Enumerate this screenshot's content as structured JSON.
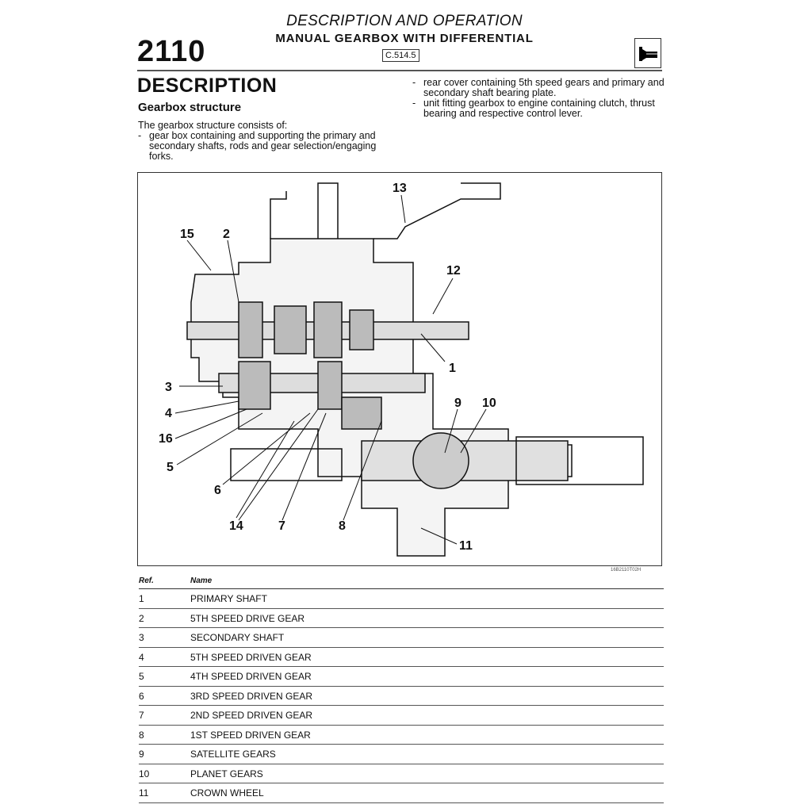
{
  "header": {
    "section": "DESCRIPTION AND OPERATION",
    "subtitle": "MANUAL GEARBOX WITH DIFFERENTIAL",
    "code": "C.514.5",
    "model": "2110"
  },
  "title": "DESCRIPTION",
  "subheading": "Gearbox structure",
  "intro": "The gearbox structure consists of:",
  "bullets": [
    "gear box containing and supporting the primary and secondary shafts, rods and gear selection/engaging forks.",
    "rear cover containing 5th speed gears and primary and secondary shaft bearing plate.",
    "unit fitting gearbox to engine containing clutch, thrust bearing and respective control lever."
  ],
  "figure": {
    "code": "16B2110T02H",
    "callouts": [
      "1",
      "2",
      "3",
      "4",
      "5",
      "6",
      "7",
      "8",
      "9",
      "10",
      "11",
      "12",
      "13",
      "14",
      "15",
      "16"
    ]
  },
  "table": {
    "headers": [
      "Ref.",
      "Name"
    ],
    "rows": [
      [
        "1",
        "PRIMARY SHAFT"
      ],
      [
        "2",
        "5TH SPEED DRIVE GEAR"
      ],
      [
        "3",
        "SECONDARY SHAFT"
      ],
      [
        "4",
        "5TH SPEED DRIVEN GEAR"
      ],
      [
        "5",
        "4TH SPEED DRIVEN GEAR"
      ],
      [
        "6",
        "3RD SPEED DRIVEN GEAR"
      ],
      [
        "7",
        "2ND SPEED DRIVEN GEAR"
      ],
      [
        "8",
        "1ST SPEED DRIVEN GEAR"
      ],
      [
        "9",
        "SATELLITE GEARS"
      ],
      [
        "10",
        "PLANET GEARS"
      ],
      [
        "11",
        "CROWN WHEEL"
      ]
    ]
  }
}
